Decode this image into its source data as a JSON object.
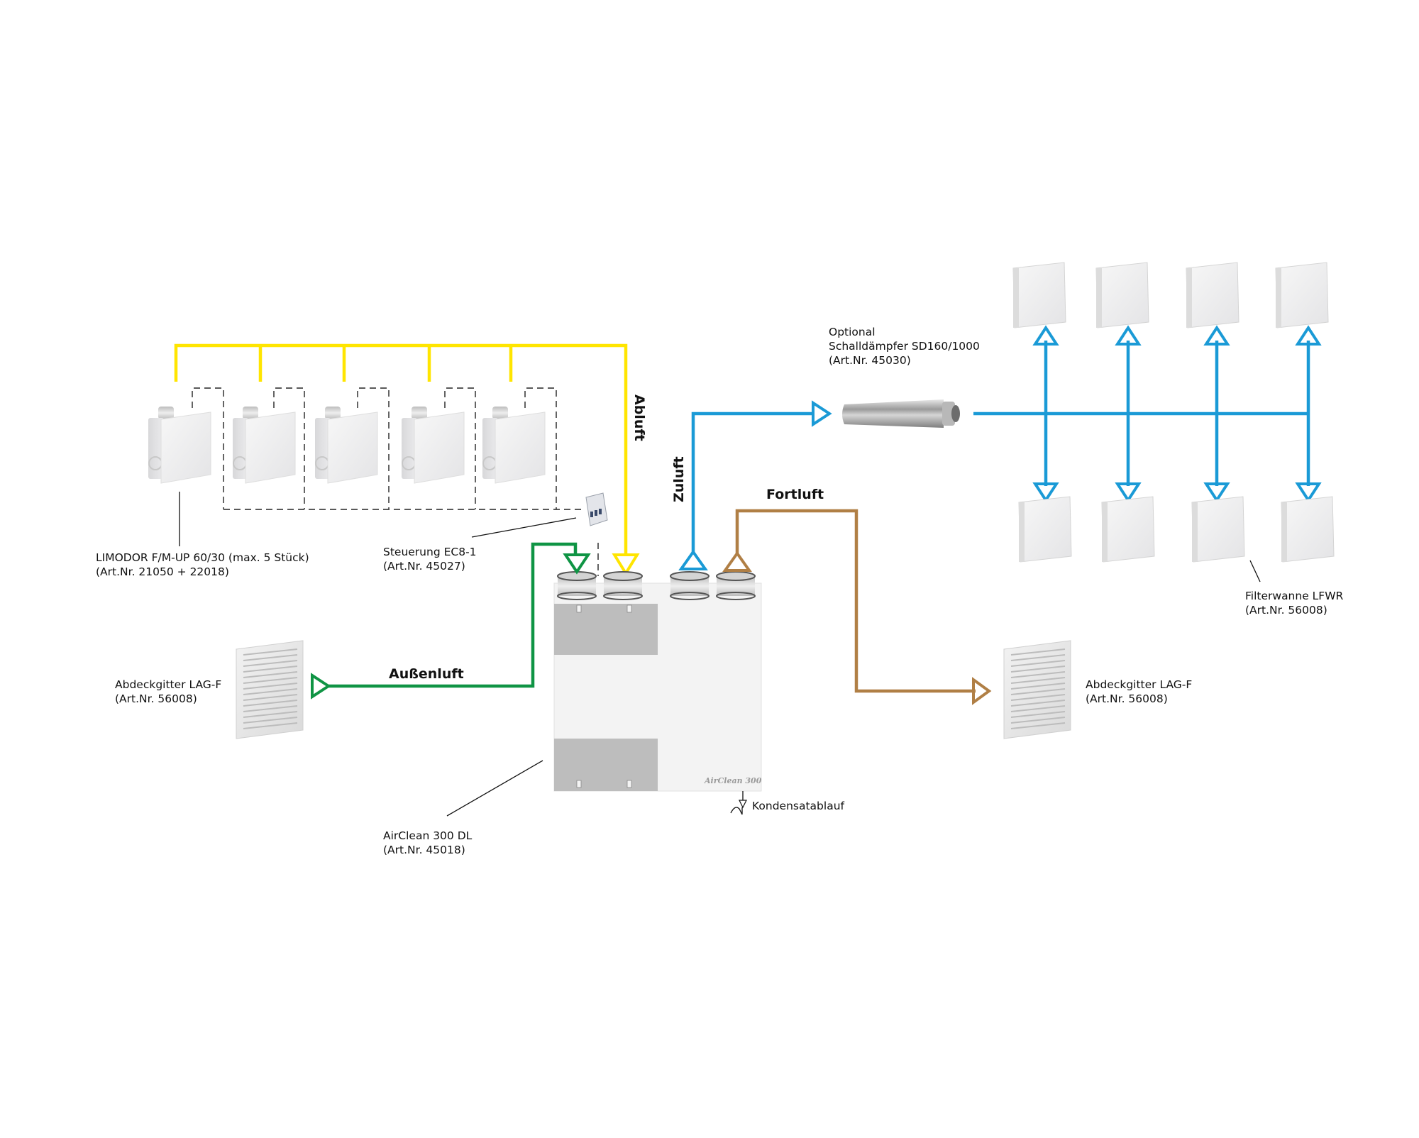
{
  "diagram": {
    "title": "AirClean 300 DL Lüftungsschema",
    "colors": {
      "abluft": "#FFE500",
      "zuluft": "#1A9AD6",
      "fortluft": "#B07F45",
      "aussenluft": "#0F9444",
      "leader": "#111111"
    },
    "flows": {
      "abluft": "Abluft",
      "zuluft": "Zuluft",
      "fortluft": "Fortluft",
      "aussenluft": "Außenluft"
    },
    "components": {
      "limodor": {
        "name": "LIMODOR F/M-UP 60/30 (max. 5 Stück)",
        "article": "(Art.Nr. 21050 + 22018)",
        "count": 5
      },
      "steuerung": {
        "name": "Steuerung EC8-1",
        "article": "(Art.Nr. 45027)"
      },
      "airclean": {
        "name": "AirClean 300 DL",
        "article": "(Art.Nr. 45018)",
        "brand_mark": "AirClean 300"
      },
      "kondensat": {
        "name": "Kondensatablauf"
      },
      "grille_left": {
        "name": "Abdeckgitter LAG-F",
        "article": "(Art.Nr. 56008)"
      },
      "grille_right": {
        "name": "Abdeckgitter LAG-F",
        "article": "(Art.Nr. 56008)"
      },
      "silencer": {
        "optional": "Optional",
        "name": "Schalldämpfer SD160/1000",
        "article": "(Art.Nr. 45030)"
      },
      "filterwanne": {
        "name": "Filterwanne LFWR",
        "article": "(Art.Nr. 56008)",
        "count": 8
      }
    }
  }
}
